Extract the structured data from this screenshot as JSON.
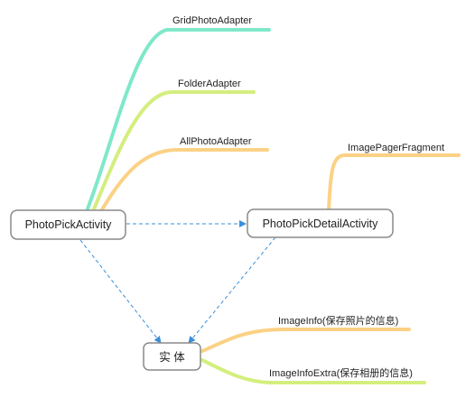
{
  "colors": {
    "teal": "#7ee8c9",
    "lime": "#d4ee7e",
    "orange": "#fbd185",
    "arrow": "#3a8fd9",
    "node_border": "#8a8a8a"
  },
  "nodes": {
    "photo_pick_activity": "PhotoPickActivity",
    "photo_pick_detail_activity": "PhotoPickDetailActivity",
    "entity": "实 体"
  },
  "leaves": {
    "grid_photo_adapter": "GridPhotoAdapter",
    "folder_adapter": "FolderAdapter",
    "all_photo_adapter": "AllPhotoAdapter",
    "image_pager_fragment": "ImagePagerFragment",
    "image_info": "ImageInfo(保存照片的信息)",
    "image_info_extra": "ImageInfoExtra(保存相册的信息)"
  }
}
